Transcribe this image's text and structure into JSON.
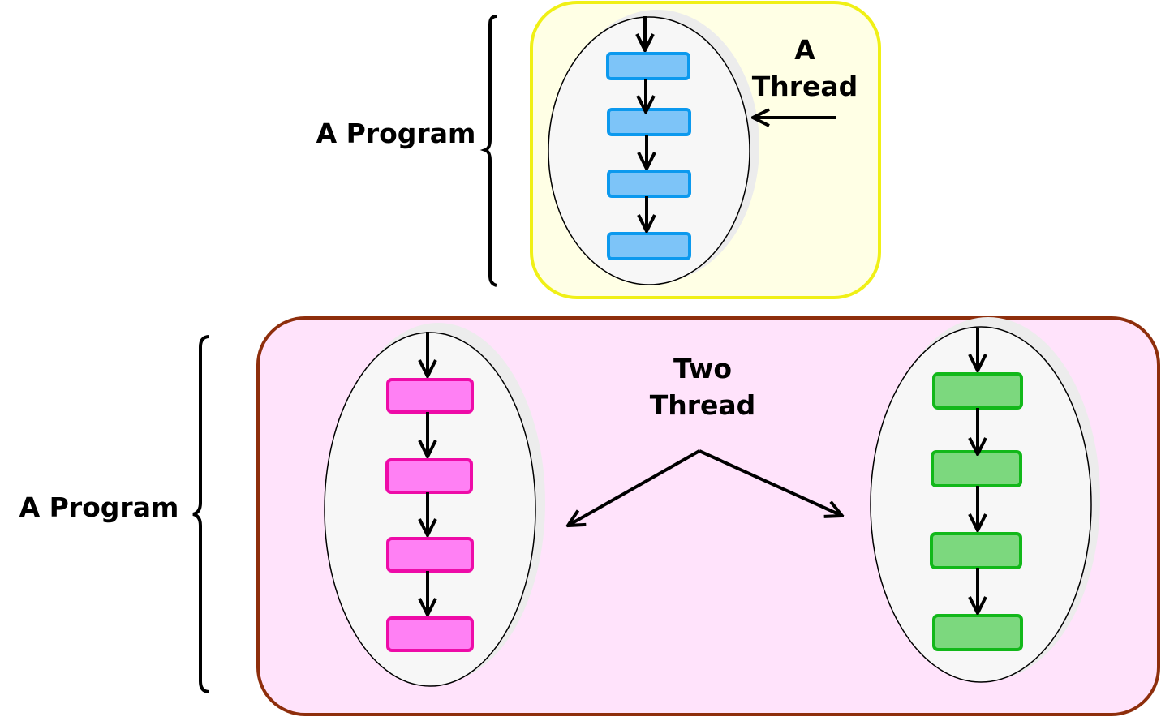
{
  "top_diagram": {
    "program_label": "A Program",
    "thread_label_line1": "A",
    "thread_label_line2": "Thread",
    "box_fill": "#FFFFE5",
    "box_stroke": "#F0F016",
    "step_fill": "#7DC4F8",
    "step_stroke": "#0C99EE"
  },
  "bottom_diagram": {
    "program_label": "A Program",
    "threads_label_line1": "Two",
    "threads_label_line2": "Thread",
    "box_fill": "#FFE3FB",
    "box_stroke": "#8E2E0C",
    "left_step_fill": "#FF80F4",
    "left_step_stroke": "#EE0BA8",
    "right_step_fill": "#7CD87E",
    "right_step_stroke": "#12B81A"
  },
  "thread_ellipse_fill": "#F7F7F7"
}
